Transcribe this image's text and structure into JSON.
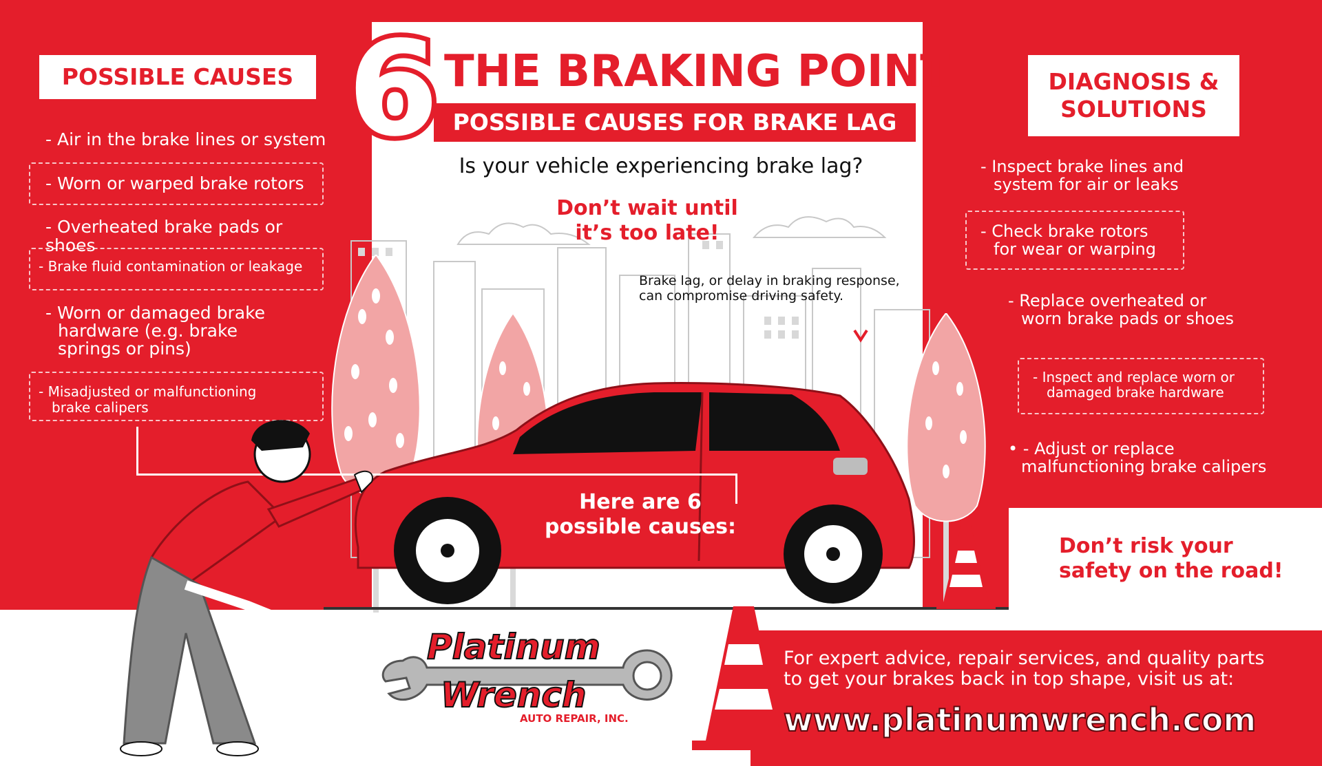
{
  "header": {
    "number": "6",
    "title": "THE BRAKING POINT",
    "subtitle": "POSSIBLE CAUSES FOR BRAKE LAG",
    "question": "Is your vehicle experiencing brake lag?",
    "warning_line1": "Don’t wait until",
    "warning_line2": "it’s too late!",
    "intro_line1": "Brake lag, or delay in braking response,",
    "intro_line2": "can compromise driving safety."
  },
  "causes": {
    "heading": "POSSIBLE CAUSES",
    "items": [
      "- Air in the brake lines or system",
      "- Worn or warped brake rotors",
      "- Overheated brake pads or shoes",
      "- Brake fluid contamination or leakage",
      "- Worn or damaged brake",
      "hardware (e.g. brake",
      "springs or pins)",
      "- Misadjusted or malfunctioning",
      "brake calipers"
    ]
  },
  "solutions": {
    "heading_line1": "DIAGNOSIS &",
    "heading_line2": "SOLUTIONS",
    "items": [
      "- Inspect brake lines and",
      "system for air or leaks",
      "- Check brake rotors",
      "for wear or warping",
      "- Replace overheated or",
      "worn brake pads or shoes",
      "- Inspect and replace worn or",
      "damaged brake hardware",
      "• - Adjust or replace",
      "malfunctioning brake calipers"
    ]
  },
  "callout": {
    "line1": "Here are 6",
    "line2": "possible causes:"
  },
  "safety": {
    "line1": "Don’t risk your",
    "line2": "safety on the road!"
  },
  "footer": {
    "line1": "For expert advice, repair services, and quality parts",
    "line2": "to get your brakes back in top shape, visit us at:",
    "url": "www.platinumwrench.com"
  },
  "logo": {
    "line1": "Platinum",
    "line2": "Wrench",
    "tagline": "AUTO REPAIR, INC."
  },
  "icons": [
    "car-icon",
    "mechanic-figure",
    "tree-icon",
    "traffic-cone-icon",
    "wrench-icon",
    "city-skyline",
    "cloud-icon",
    "chevron-down-icon"
  ],
  "colors": {
    "brand_red": "#e41e2b",
    "dark_red": "#b5121b",
    "white": "#ffffff",
    "tree_pink": "#f0a0a0"
  }
}
